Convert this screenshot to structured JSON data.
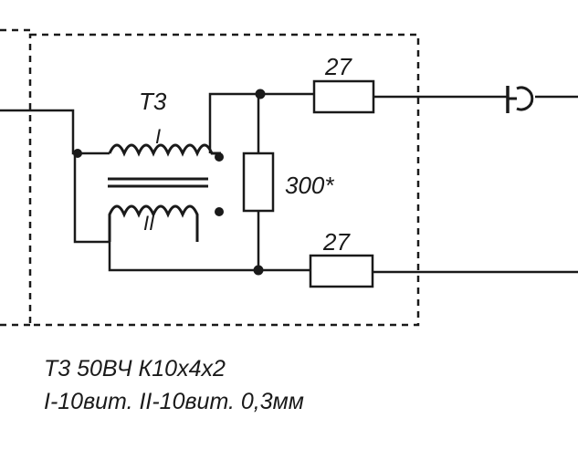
{
  "labels": {
    "transformer": "Т3",
    "winding_primary": "I",
    "winding_secondary": "II",
    "resistor_top": "27",
    "resistor_middle": "300*",
    "resistor_bottom": "27"
  },
  "notes": {
    "line1": "Т3 50ВЧ К10х4х2",
    "line2": "I-10вит. II-10вит. 0,3мм"
  },
  "colors": {
    "ink": "#1a1a1a",
    "background": "#ffffff"
  }
}
